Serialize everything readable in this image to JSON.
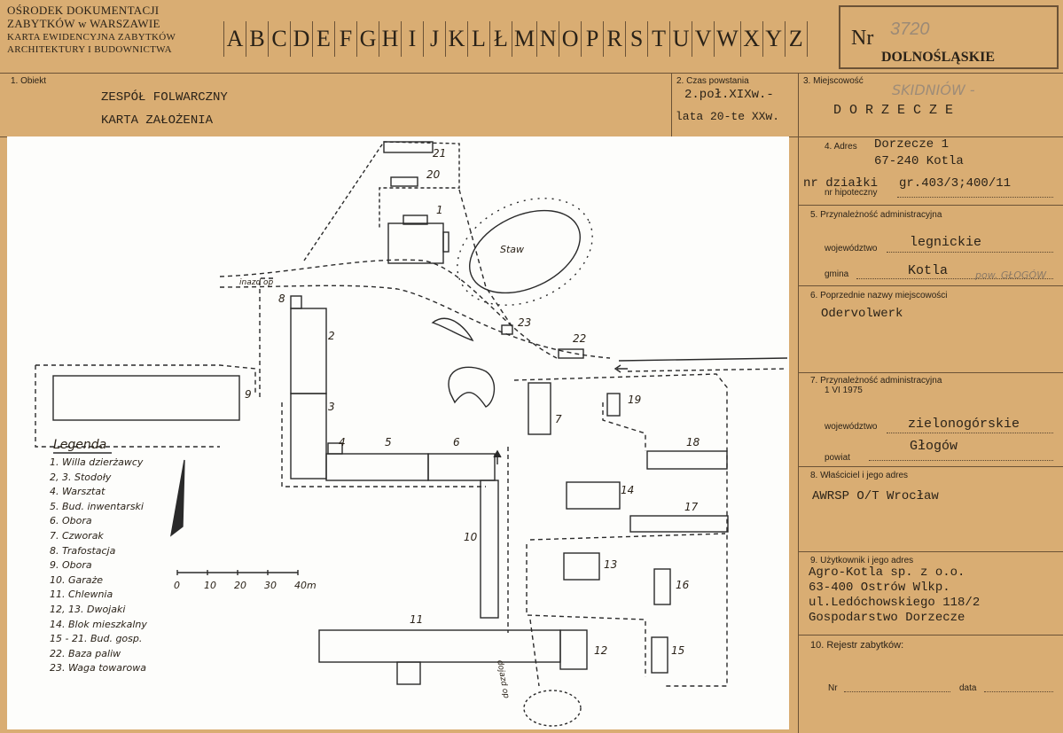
{
  "header": {
    "institution_line1": "OŚRODEK DOKUMENTACJI",
    "institution_line2": "ZABYTKÓW w WARSZAWIE",
    "card_line1": "KARTA EWIDENCYJNA ZABYTKÓW",
    "card_line2": "ARCHITEKTURY I BUDOWNICTWA",
    "letters": [
      "A",
      "B",
      "C",
      "D",
      "E",
      "F",
      "G",
      "H",
      "I",
      "J",
      "K",
      "L",
      "Ł",
      "M",
      "N",
      "O",
      "P",
      "R",
      "S",
      "T",
      "U",
      "V",
      "W",
      "X",
      "Y",
      "Z"
    ],
    "nr_label": "Nr",
    "nr_value": "3720",
    "region": "DOLNOŚLĄSKIE"
  },
  "fields": {
    "f1_label": "1. Obiekt",
    "f1_line1": "ZESPÓŁ  FOLWARCZNY",
    "f1_line2": "KARTA  ZAŁOŻENIA",
    "f2_label": "2. Czas powstania",
    "f2_line1": "2.poł.XIXw.-",
    "f2_line2": "lata 20-te XXw.",
    "f3_label": "3. Miejscowość",
    "f3_old": "SKIDNIÓW -",
    "f3_value": "D O R Z E C Z E",
    "f4_label": "4. Adres",
    "f4_line1": "Dorzecze 1",
    "f4_line2": "67-240 Kotla",
    "f4_parcel_label": "nr działki",
    "f4_parcel_value": "gr.403/3;400/11",
    "f4_mortgage_label": "nr hipoteczny",
    "f5_label": "5. Przynależność administracyjna",
    "f5_voiv_label": "województwo",
    "f5_voiv_value": "legnickie",
    "f5_gmina_label": "gmina",
    "f5_gmina_value": "Kotla",
    "f5_pow_note": "pow. GŁOGÓW",
    "f6_label": "6. Poprzednie nazwy miejscowości",
    "f6_value": "Odervolwerk",
    "f7_label": "7. Przynależność administracyjna",
    "f7_date": "1 VI 1975",
    "f7_voiv_label": "województwo",
    "f7_voiv_value": "zielonogórskie",
    "f7_powiat_label": "powiat",
    "f7_powiat_value": "Głogów",
    "f8_label": "8. Właściciel i jego adres",
    "f8_value": "AWRSP O/T Wrocław",
    "f9_label": "9. Użytkownik i jego adres",
    "f9_line1": "Agro-Kotla sp. z o.o.",
    "f9_line2": "63-400 Ostrów Wlkp.",
    "f9_line3": "ul.Ledóchowskiego 118/2",
    "f9_line4": "Gospodarstwo Dorzecze",
    "f10_label": "10. Rejestr zabytków:",
    "f10_nr_label": "Nr",
    "f10_data_label": "data"
  },
  "plan": {
    "legend_title": "Legenda",
    "legend": [
      "1. Willa dzierżawcy",
      "2, 3. Stodoły",
      "4. Warsztat",
      "5. Bud. inwentarski",
      "6. Obora",
      "7. Czworak",
      "8. Trafostacja",
      "9. Obora",
      "10. Garaże",
      "11. Chlewnia",
      "12, 13. Dwojaki",
      "14. Blok mieszkalny",
      "15 - 21. Bud. gosp.",
      "22. Baza paliw",
      "23. Waga towarowa"
    ],
    "scale_labels": [
      "0",
      "10",
      "20",
      "30",
      "40m"
    ],
    "pond_label": "Staw",
    "road_label_top": "inazd op",
    "road_label_bottom": "dojazd op",
    "numbers": [
      "1",
      "2",
      "3",
      "4",
      "5",
      "6",
      "7",
      "8",
      "9",
      "10",
      "11",
      "12",
      "13",
      "14",
      "15",
      "16",
      "17",
      "18",
      "19",
      "20",
      "21",
      "22",
      "23"
    ]
  }
}
